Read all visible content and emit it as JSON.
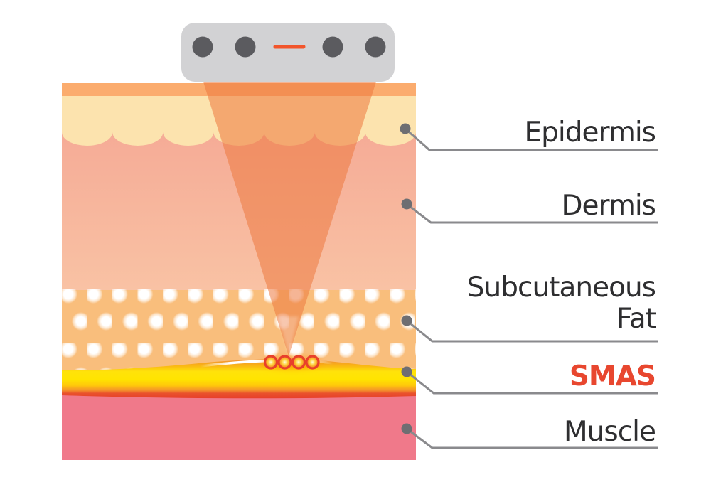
{
  "labels": {
    "epidermis": "Epidermis",
    "dermis": "Dermis",
    "subcutaneous_fat_line1": "Subcutaneous",
    "subcutaneous_fat_line2": "Fat",
    "smas": "SMAS",
    "muscle": "Muscle"
  },
  "colors": {
    "label_text": "#2E2E30",
    "smas_label": "#E8472F",
    "leader_line": "#8A8A8D",
    "leader_dot": "#6E6E72",
    "device_body": "#D2D2D4",
    "device_knob": "#5B5B5F",
    "device_indicator": "#F2552B",
    "surface_strip": "#FBAC6E",
    "epidermis_fill": "#FCE3AE",
    "fat_fill": "#F9BE7C",
    "muscle_fill": "#F0798A",
    "beam": "rgba(237,120,62,0.55)",
    "focus_ring": "#E8402B"
  }
}
